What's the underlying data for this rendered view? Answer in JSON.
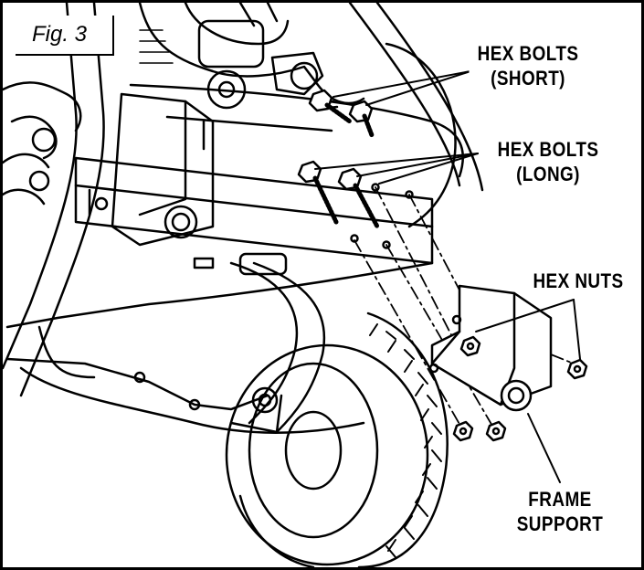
{
  "figure": {
    "label": "Fig. 3",
    "callouts": {
      "hex_bolts_short": [
        "HEX BOLTS",
        "(SHORT)"
      ],
      "hex_bolts_long": [
        "HEX BOLTS",
        "(LONG)"
      ],
      "hex_nuts": [
        "HEX NUTS"
      ],
      "frame_support": [
        "FRAME",
        "SUPPORT"
      ]
    }
  }
}
